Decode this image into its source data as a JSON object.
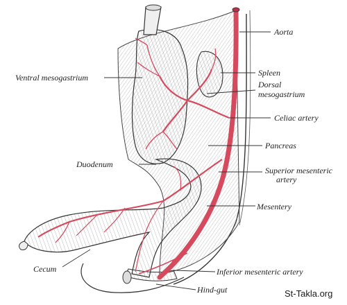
{
  "figure": {
    "labels": {
      "aorta": "Aorta",
      "ventral_mesogastrium": "Ventral mesogastrium",
      "spleen": "Spleen",
      "dorsal_mesogastrium_1": "Dorsal",
      "dorsal_mesogastrium_2": "mesogastrium",
      "celiac_artery": "Celiac artery",
      "pancreas": "Pancreas",
      "duodenum": "Duodenum",
      "superior_mesenteric_1": "Superior mesenteric",
      "superior_mesenteric_2": "artery",
      "mesentery": "Mesentery",
      "cecum": "Cecum",
      "inferior_mesenteric_artery": "Inferior mesenteric artery",
      "hind_gut": "Hind-gut"
    },
    "watermark": "St-Takla.org",
    "colors": {
      "artery": "#d64a5e",
      "artery_dark": "#b8324a",
      "ink": "#333333",
      "tissue_fill": "#f4f4f4",
      "background": "#ffffff"
    }
  }
}
